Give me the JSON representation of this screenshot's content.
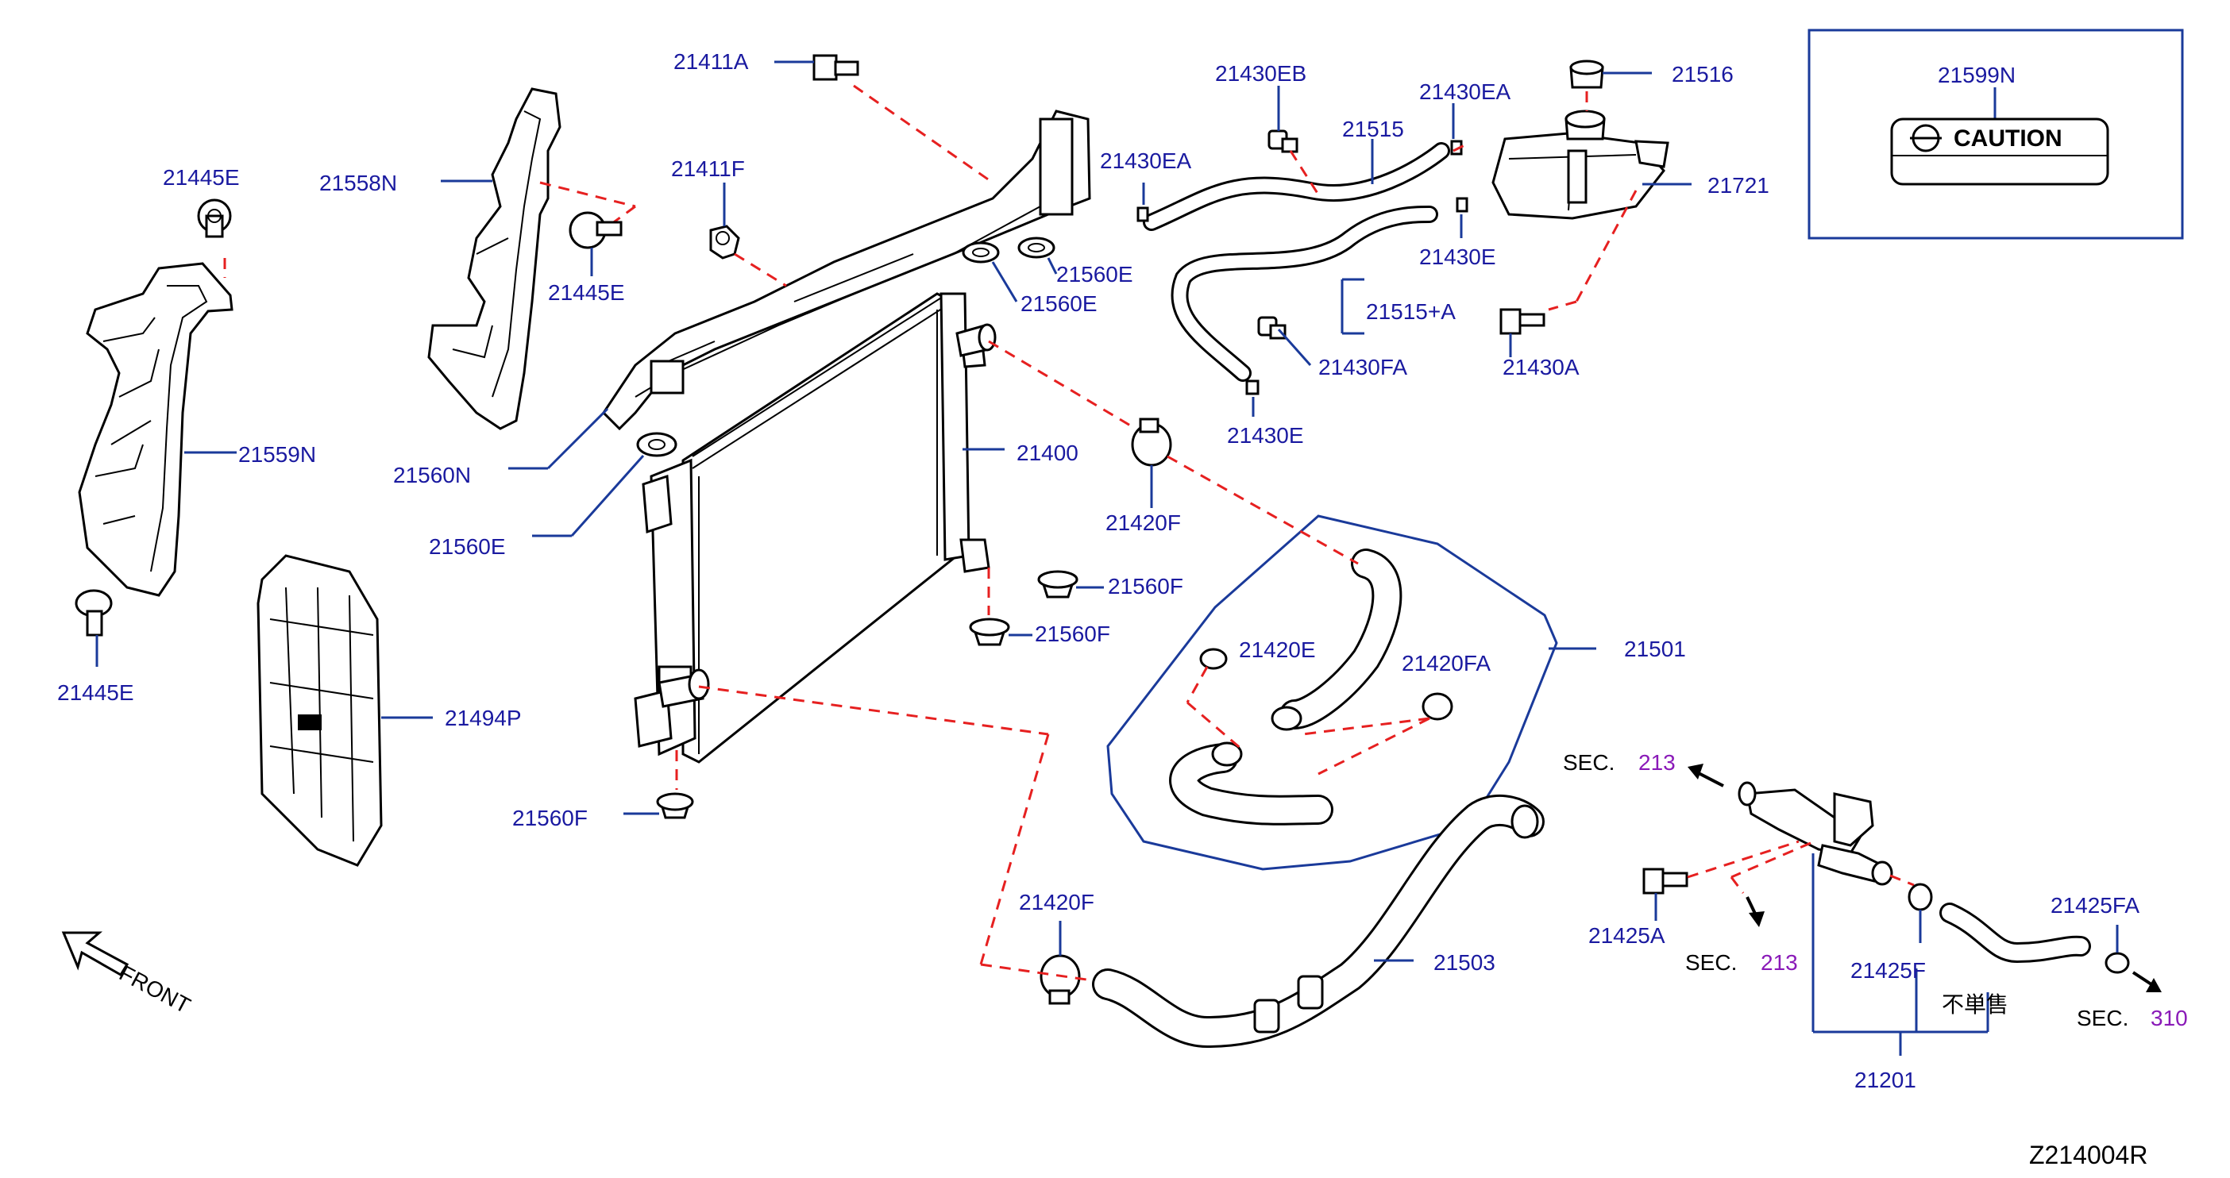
{
  "diagram": {
    "code": "Z214004R",
    "front_label": "FRONT",
    "caution_text": "CAUTION",
    "not_sold_label": "不単售",
    "colors": {
      "part_number": "#1a1aa0",
      "leader": "#1a3a9a",
      "dash": "#e62020",
      "section_ref": "#8a1ab8"
    },
    "parts": {
      "p21411A": "21411A",
      "p21558N": "21558N",
      "p21445E_a": "21445E",
      "p21445E_b": "21445E",
      "p21445E_c": "21445E",
      "p21411F": "21411F",
      "p21559N": "21559N",
      "p21560N": "21560N",
      "p21560E_a": "21560E",
      "p21560E_b": "21560E",
      "p21560E_c": "21560E",
      "p21400": "21400",
      "p21494P": "21494P",
      "p21560F_a": "21560F",
      "p21560F_b": "21560F",
      "p21560F_c": "21560F",
      "p21420F_a": "21420F",
      "p21420F_b": "21420F",
      "p21430EB": "21430EB",
      "p21430EA_a": "21430EA",
      "p21430EA_b": "21430EA",
      "p21515": "21515",
      "p21516": "21516",
      "p21721": "21721",
      "p21430E_a": "21430E",
      "p21430E_b": "21430E",
      "p21515A": "21515+A",
      "p21430FA": "21430FA",
      "p21430A": "21430A",
      "p21599N": "21599N",
      "p21501": "21501",
      "p21420E": "21420E",
      "p21420FA": "21420FA",
      "p21503": "21503",
      "p21425A": "21425A",
      "p21425F": "21425F",
      "p21425FA": "21425FA",
      "p21201": "21201"
    },
    "sections": {
      "s1_label": "SEC.",
      "s1_num": "213",
      "s2_label": "SEC.",
      "s2_num": "213",
      "s3_label": "SEC.",
      "s3_num": "310"
    }
  }
}
